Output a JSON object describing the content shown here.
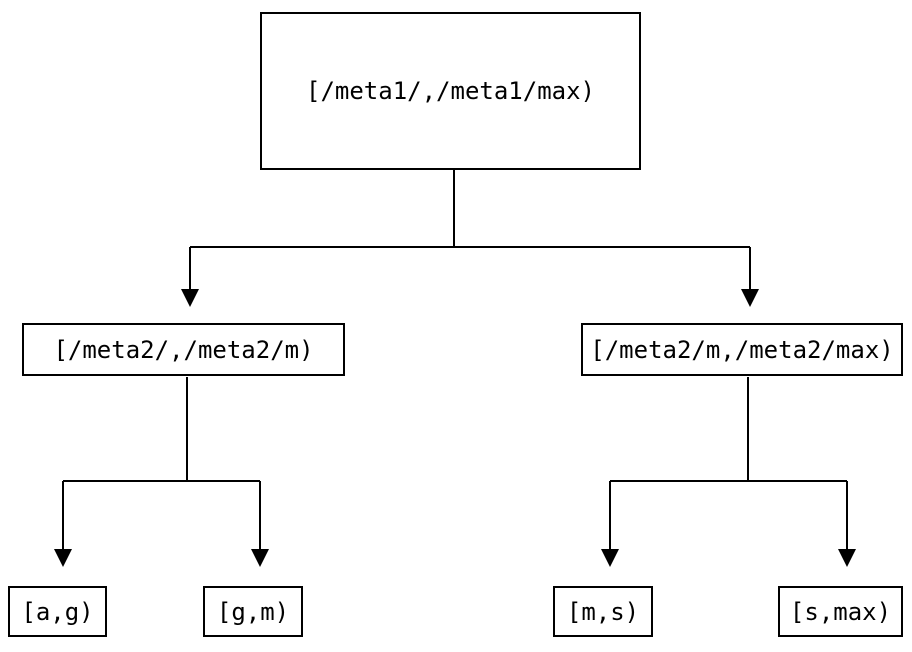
{
  "diagram": {
    "background_color": "#ffffff",
    "stroke_color": "#000000",
    "nodes": {
      "root": {
        "label": "[/meta1/,/meta1/max)"
      },
      "meta2_left": {
        "label": "[/meta2/,/meta2/m)"
      },
      "meta2_right": {
        "label": "[/meta2/m,/meta2/max)"
      },
      "leaf_ag": {
        "label": "[a,g)"
      },
      "leaf_gm": {
        "label": "[g,m)"
      },
      "leaf_ms": {
        "label": "[m,s)"
      },
      "leaf_smax": {
        "label": "[s,max)"
      }
    }
  }
}
